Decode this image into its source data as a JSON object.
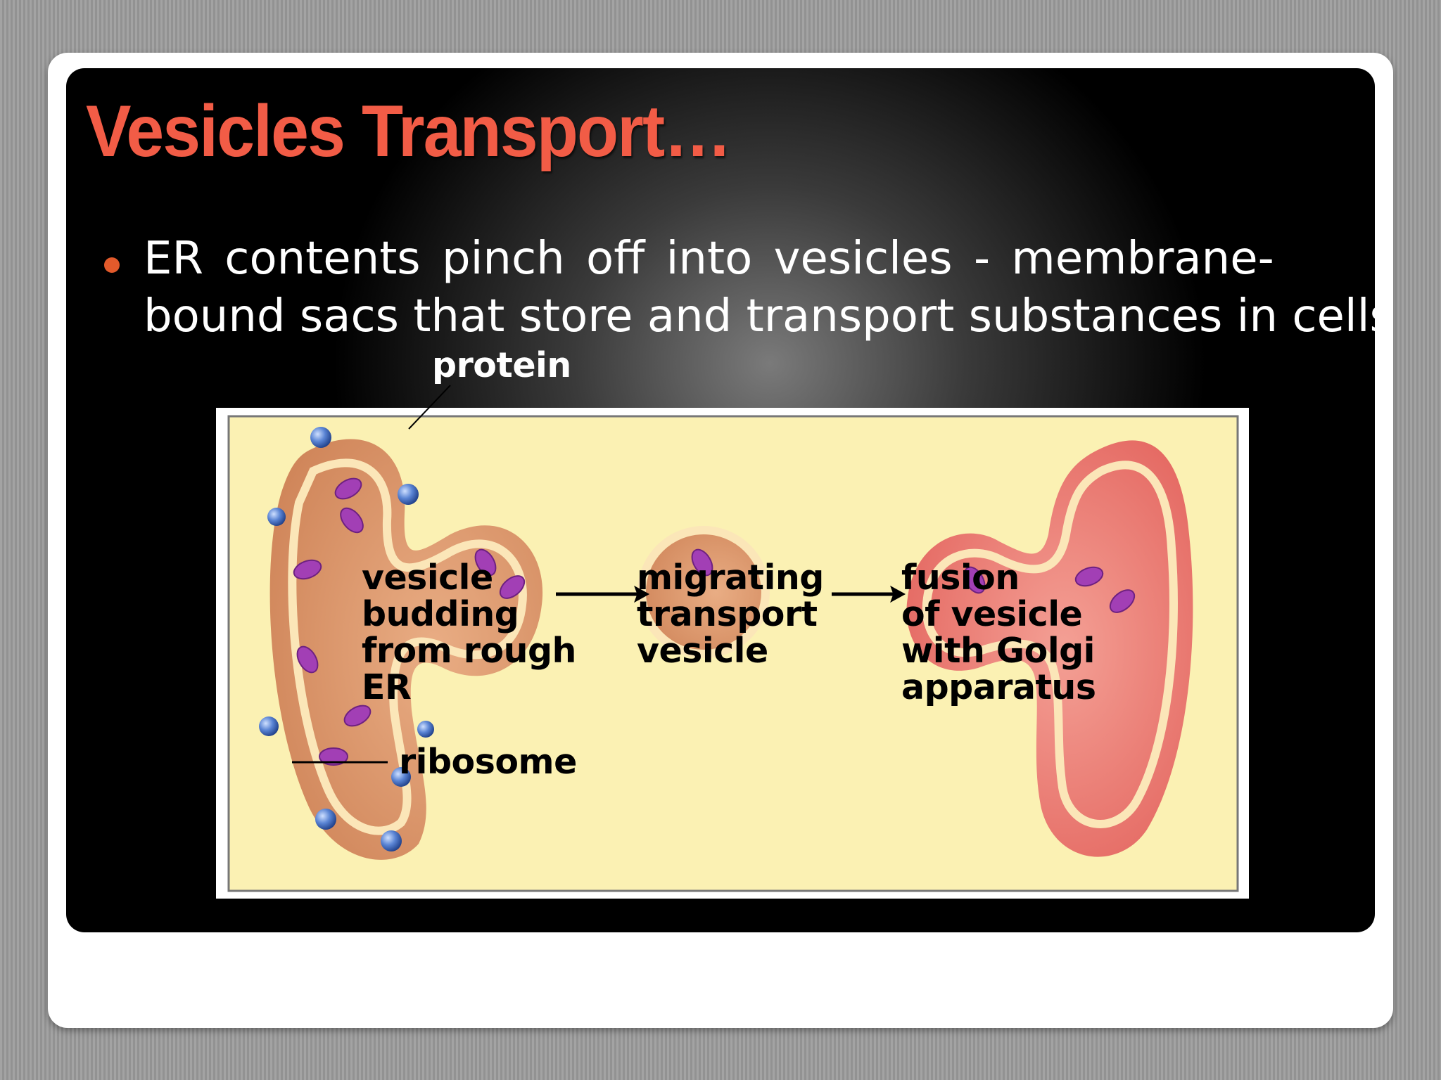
{
  "slide": {
    "title": "Vesicles Transport…",
    "bullet": {
      "line1": "ER contents pinch off into vesicles - membrane-",
      "line2": "bound sacs that store and transport substances in cells"
    }
  },
  "diagram": {
    "labels": {
      "protein": "protein",
      "budding": [
        "vesicle",
        "budding",
        "from rough",
        "ER"
      ],
      "migrating": [
        "migrating",
        "transport",
        "vesicle"
      ],
      "fusion": [
        "fusion",
        "of vesicle",
        "with Golgi",
        "apparatus"
      ],
      "ribosome": "ribosome"
    }
  },
  "colors": {
    "title": "#f25c46",
    "bullet": "#e25a2b",
    "diagram_bg": "#fbf1b3",
    "er": "#d9956a",
    "golgi": "#ea7066",
    "ribosome": "#4f78c8",
    "protein": "#a23fb5"
  }
}
